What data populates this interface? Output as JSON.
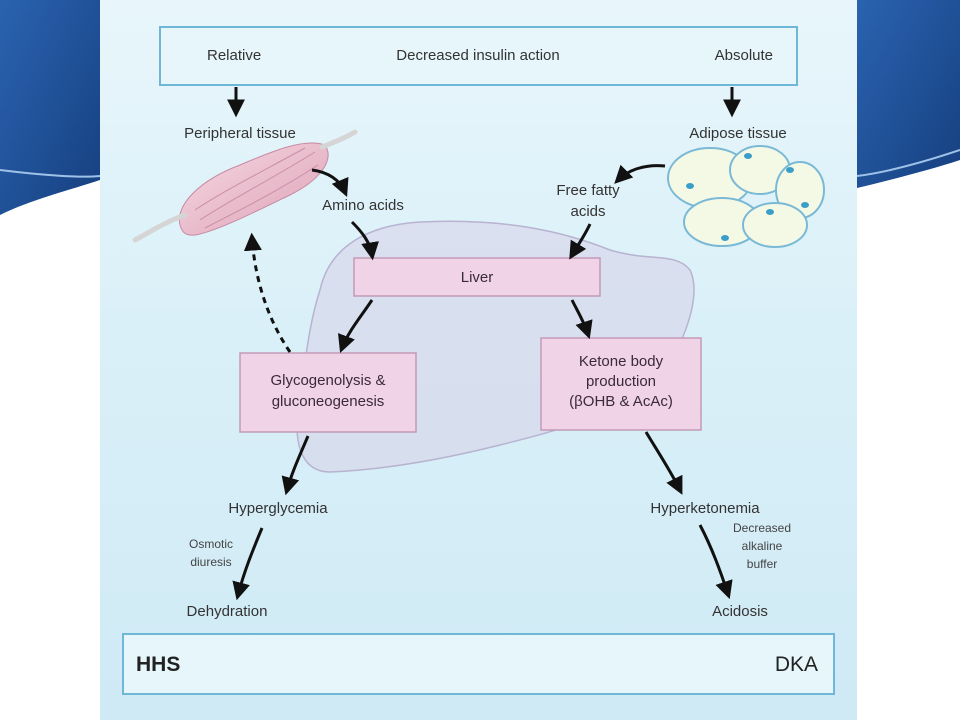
{
  "header": {
    "left": "Relative",
    "center": "Decreased insulin action",
    "right": "Absolute"
  },
  "labels": {
    "peripheral_tissue": "Peripheral tissue",
    "adipose_tissue": "Adipose tissue",
    "amino_acids": "Amino acids",
    "free_fatty_acids_1": "Free fatty",
    "free_fatty_acids_2": "acids",
    "hyperglycemia": "Hyperglycemia",
    "hyperketonemia": "Hyperketonemia",
    "osmotic_1": "Osmotic",
    "osmotic_2": "diuresis",
    "buffer_1": "Decreased",
    "buffer_2": "alkaline",
    "buffer_3": "buffer",
    "dehydration": "Dehydration",
    "acidosis": "Acidosis"
  },
  "boxes": {
    "liver": "Liver",
    "glyco_1": "Glycogenolysis &",
    "glyco_2": "gluconeogenesis",
    "ketone_1": "Ketone body",
    "ketone_2": "production",
    "ketone_3": "(βOHB & AcAc)"
  },
  "footer": {
    "left": "HHS",
    "right": "DKA"
  },
  "colors": {
    "slide_blue": "#1f4f97",
    "panel": "#daf0f8",
    "header_box": "#e6f6fb",
    "header_border": "#6fb7d6",
    "box_fill": "#f0d3e6",
    "box_border": "#c49ab8",
    "arrow": "#111111"
  }
}
